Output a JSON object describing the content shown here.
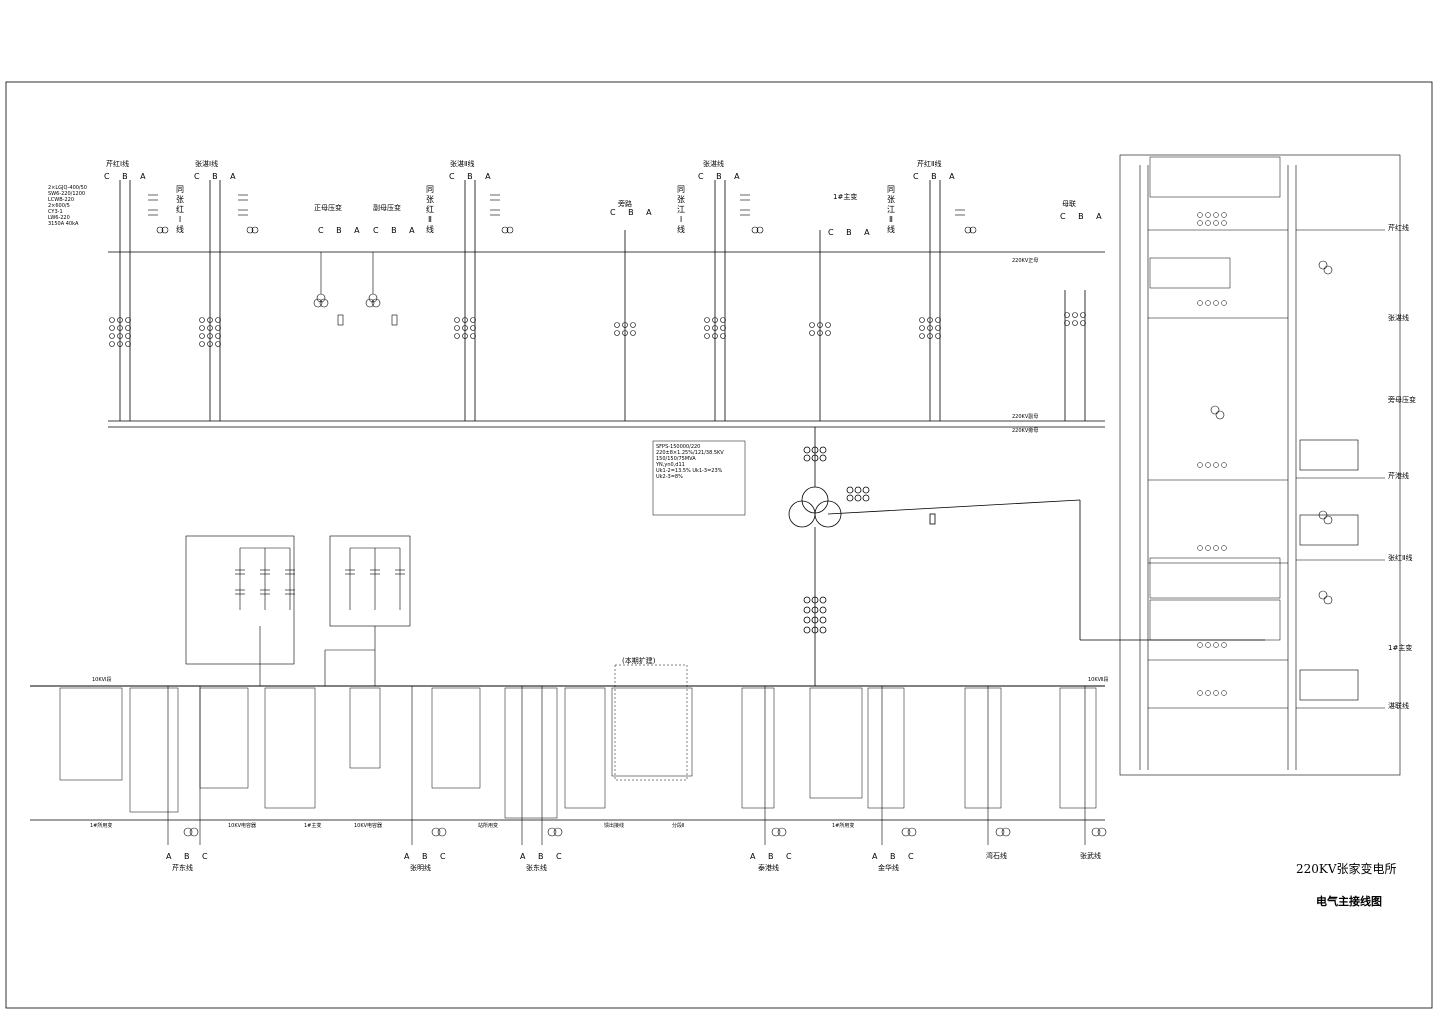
{
  "title": {
    "main": "220KV张家变电所",
    "sub": "电气主接线图"
  },
  "phase_abc": "A B C",
  "phase_cba": "C B A",
  "top_feeders": [
    {
      "name": "芹红Ⅰ线"
    },
    {
      "name": "张湛Ⅰ线"
    },
    {
      "name": "张湛Ⅱ线"
    },
    {
      "name": "张湛线"
    },
    {
      "name": "芹红Ⅱ线"
    }
  ],
  "top_labels": {
    "pt_1": "正母压变",
    "pt_2": "副母压变",
    "bypass": "旁路",
    "main_transformer_1": "1#主变",
    "tie": "母联"
  },
  "vertical_labels": {
    "sh": [
      "同",
      "张",
      "红",
      "Ⅰ",
      "线"
    ],
    "sh2": [
      "同",
      "张",
      "红",
      "Ⅱ",
      "线"
    ],
    "jiang": [
      "同",
      "张",
      "江",
      "Ⅰ",
      "线"
    ],
    "jiang2": [
      "同",
      "张",
      "江",
      "Ⅱ",
      "线"
    ]
  },
  "bus_labels": {
    "bus_220_main": "220KV正母",
    "bus_220_sub": "220KV副母",
    "bus_220_side": "220KV旁母",
    "bus_10_1": "10KVⅠ段",
    "bus_10_2": "10KVⅡ段"
  },
  "right_feeders": [
    {
      "name": "芹红线"
    },
    {
      "name": "张湛线"
    },
    {
      "name": "旁母压变"
    },
    {
      "name": "芹港线"
    },
    {
      "name": "张红Ⅱ线"
    },
    {
      "name": "1#主变"
    },
    {
      "name": "湛联线"
    }
  ],
  "bottom_feeders": [
    {
      "name": "芹东线"
    },
    {
      "name": "张明线"
    },
    {
      "name": "张东线"
    },
    {
      "name": "泰港线"
    },
    {
      "name": "金华线"
    },
    {
      "name": "湾石线"
    },
    {
      "name": "张武线"
    }
  ],
  "bottom_mid_labels": {
    "l1": "1#所用变",
    "l2": "10KV电容器",
    "l3": "1#主变",
    "l4": "10KV电容器",
    "l5": "站所用变",
    "l6": "馈出接线",
    "l7": "分段Ⅱ",
    "l8": "1#所用变",
    "future": "(本期扩建)"
  },
  "transformer_spec": [
    "SFPS-150000/220",
    "220±8×1.25%/121/38.5KV",
    "150/150/75MVA",
    "YN,yn0,d11",
    "Uk1-2=13.5% Uk1-3=23%",
    "Uk2-3=8%"
  ],
  "left_spec": [
    "2×LGJQ-400/50",
    "SW6-220/1200",
    "LCWB-220",
    "2×600/5",
    "CY3-1",
    "LW6-220",
    "3150A 40kA"
  ]
}
